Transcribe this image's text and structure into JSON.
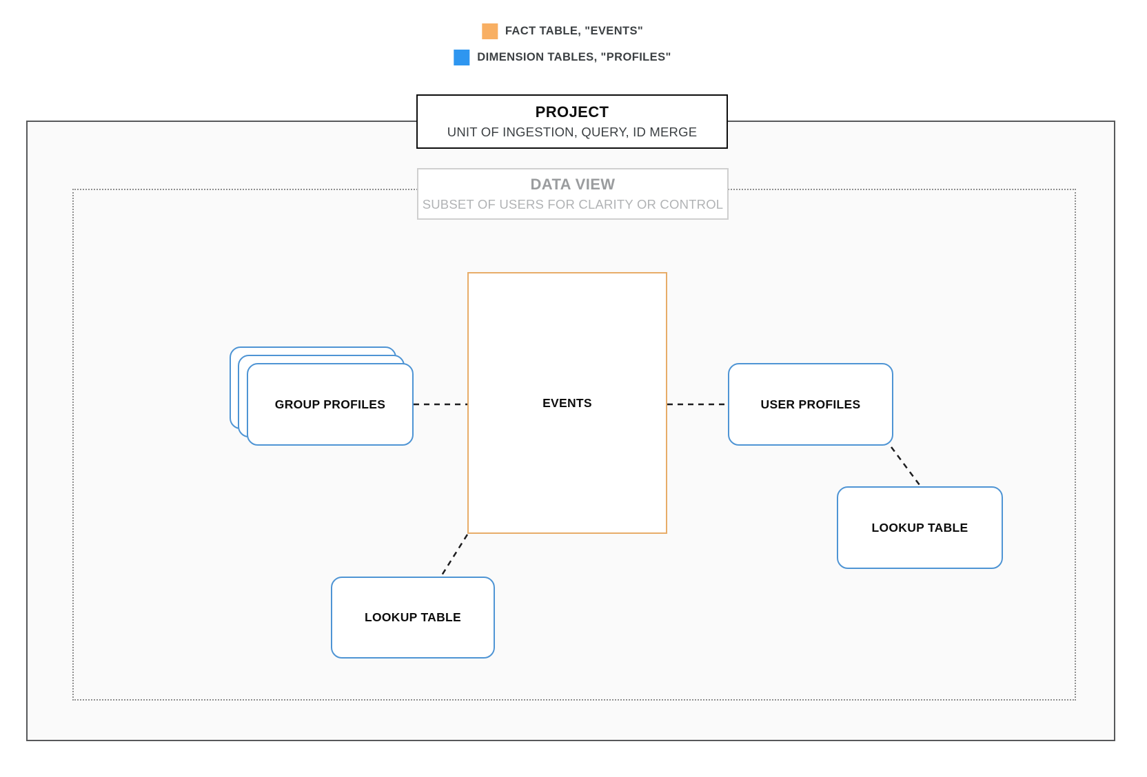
{
  "legend": {
    "items": [
      {
        "name": "fact-table",
        "label": "FACT TABLE, \"EVENTS\"",
        "color": "#F8AF63"
      },
      {
        "name": "dimension-tables",
        "label": "DIMENSION TABLES, \"PROFILES\"",
        "color": "#2E96F0"
      }
    ]
  },
  "project": {
    "title": "PROJECT",
    "subtitle": "UNIT OF INGESTION, QUERY, ID MERGE"
  },
  "data_view": {
    "title": "DATA VIEW",
    "subtitle": "SUBSET OF USERS FOR CLARITY OR CONTROL"
  },
  "nodes": {
    "events": {
      "label": "EVENTS",
      "border_color": "#E7AC68"
    },
    "group_profiles": {
      "label": "GROUP PROFILES",
      "border_color": "#4E94D4"
    },
    "user_profiles": {
      "label": "USER PROFILES",
      "border_color": "#4E94D4"
    },
    "lookup_right": {
      "label": "LOOKUP TABLE",
      "border_color": "#4E94D4"
    },
    "lookup_bottom": {
      "label": "LOOKUP TABLE",
      "border_color": "#4E94D4"
    }
  }
}
